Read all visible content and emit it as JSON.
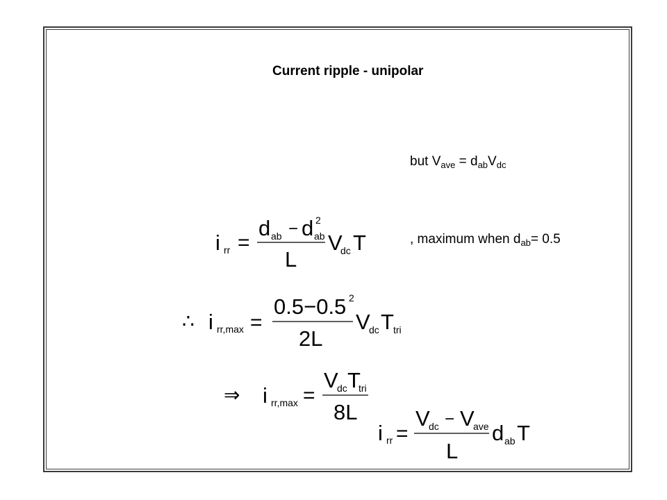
{
  "slide": {
    "title": "Current ripple - unipolar",
    "note_but": {
      "prefix": "but V",
      "sub1": "ave",
      "middle": " = d",
      "sub2": "ab",
      "mid2": "V",
      "sub3": "dc"
    },
    "note_max": {
      "prefix": ", maximum when d",
      "sub": "ab",
      "suffix": "= 0.5"
    }
  },
  "equations": {
    "eq1": {
      "lhs": "i",
      "lhs_sub": "rr",
      "num_a": "V",
      "num_a_sub": "dc",
      "minus": "−",
      "num_b": "V",
      "num_b_sub": "ave",
      "den": "L",
      "factor": "d",
      "factor_sub": "ab",
      "tail": "T"
    },
    "eq2": {
      "lhs": "i",
      "lhs_sub": "rr",
      "num_a": "d",
      "num_a_sub": "ab",
      "minus": "−",
      "num_b": "d",
      "num_b_sub": "ab",
      "num_b_sup": "2",
      "den": "L",
      "factor": "V",
      "factor_sub": "dc",
      "tail": "T"
    },
    "eq3": {
      "therefore": "∴",
      "lhs": "i",
      "lhs_sub": "rr,max",
      "num": "0.5−0.5",
      "num_sup": "2",
      "den": "2L",
      "factor": "V",
      "factor_sub": "dc",
      "tail": "T",
      "tail_sub": "tri"
    },
    "eq4": {
      "implies": "⇒",
      "lhs": "i",
      "lhs_sub": "rr,max",
      "num_a": "V",
      "num_a_sub": "dc",
      "num_b": "T",
      "num_b_sub": "tri",
      "den": "8L"
    },
    "equals": "="
  }
}
